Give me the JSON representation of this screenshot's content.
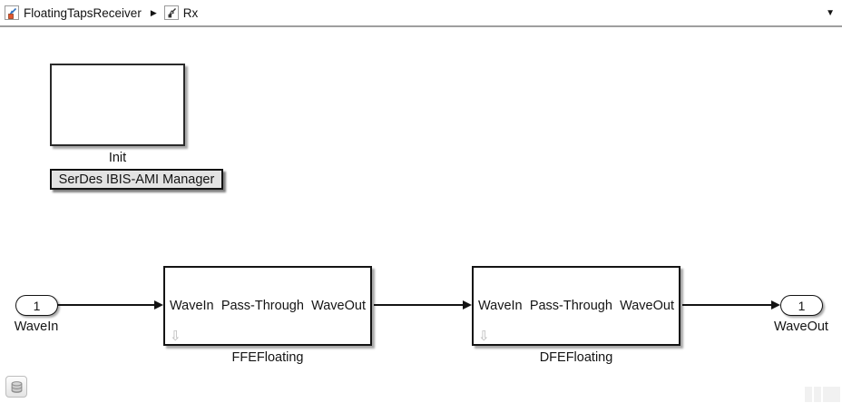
{
  "breadcrumb": {
    "model_label": "FloatingTapsReceiver",
    "subsystem_label": "Rx"
  },
  "glyphs": {
    "breadcrumb_separator": "▶",
    "chevron_down": "▼",
    "block_badge": "⇩"
  },
  "canvas": {
    "init_block_name": "Init",
    "manager_button_label": "SerDes IBIS-AMI Manager",
    "inport": {
      "number": "1",
      "name": "WaveIn"
    },
    "outport": {
      "number": "1",
      "name": "WaveOut"
    },
    "ffe": {
      "name": "FFEFloating",
      "in_label": "WaveIn",
      "center_label": "Pass-Through",
      "out_label": "WaveOut"
    },
    "dfe": {
      "name": "DFEFloating",
      "in_label": "WaveIn",
      "center_label": "Pass-Through",
      "out_label": "WaveOut"
    }
  },
  "colors": {
    "canvas_bg": "#ffffff",
    "block_border": "#141414",
    "block_shadow": "#a8a8a8",
    "button_bg": "#e3e3e3",
    "badge_gray": "#b8b8b8",
    "topbar_border": "#9e9e9e",
    "icon_blue": "#2e6fbe",
    "icon_orange": "#e2572f"
  }
}
